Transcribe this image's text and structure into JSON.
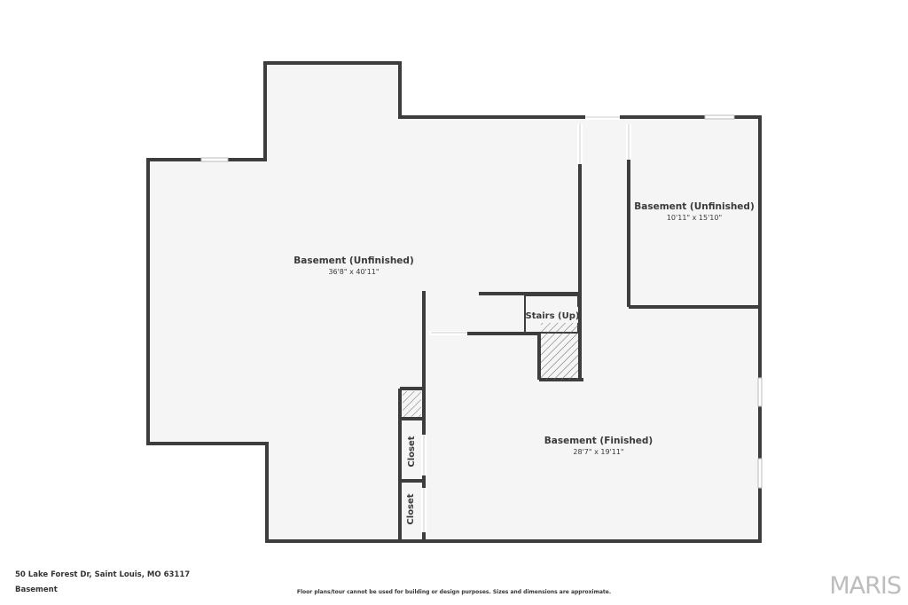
{
  "rooms": {
    "main_basement": {
      "name": "Basement (Unfinished)",
      "dimensions": "36'8\" x 40'11\""
    },
    "side_basement": {
      "name": "Basement (Unfinished)",
      "dimensions": "10'11\" x 15'10\""
    },
    "finished_basement": {
      "name": "Basement (Finished)",
      "dimensions": "28'7\" x 19'11\""
    },
    "stairs": {
      "name": "Stairs (Up)"
    },
    "closet_upper": {
      "name": "Closet"
    },
    "closet_lower": {
      "name": "Closet"
    }
  },
  "footer": {
    "address": "50 Lake Forest Dr, Saint Louis, MO 63117",
    "level": "Basement",
    "disclaimer": "Floor plans/tour cannot be used for building or design purposes. Sizes and dimensions are approximate."
  },
  "brand": {
    "logo_text": "MARIS"
  },
  "colors": {
    "wall": "#3d3d3d",
    "floor": "#f5f5f5",
    "logo": "#bdbdbd"
  }
}
